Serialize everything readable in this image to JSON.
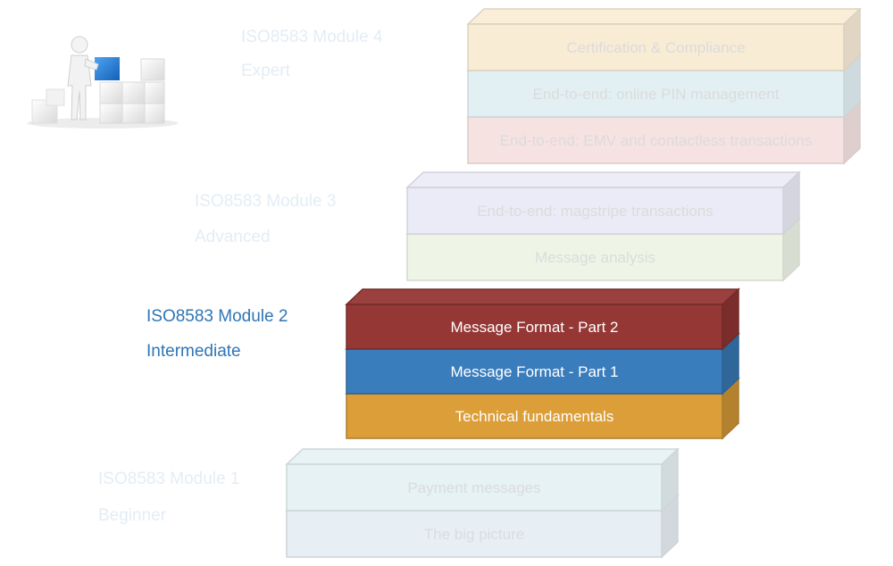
{
  "modules": [
    {
      "title": "ISO8583 Module 4",
      "level": "Expert",
      "faded": true,
      "layers": [
        {
          "label": "Certification & Compliance",
          "color": "#F5DEB3"
        },
        {
          "label": "End-to-end: online PIN management",
          "color": "#CCE5EC"
        },
        {
          "label": "End-to-end: EMV and contactless transactions",
          "color": "#F1CCCC"
        }
      ]
    },
    {
      "title": "ISO8583 Module 3",
      "level": "Advanced",
      "faded": true,
      "layers": [
        {
          "label": "End-to-end: magstripe transactions",
          "color": "#DCDCF1"
        },
        {
          "label": "Message analysis",
          "color": "#E3EDD3"
        }
      ]
    },
    {
      "title": "ISO8583 Module 2",
      "level": "Intermediate",
      "faded": false,
      "layers": [
        {
          "label": "Message Format - Part 2",
          "color": "#953735"
        },
        {
          "label": "Message Format - Part 1",
          "color": "#3A7DBD"
        },
        {
          "label": "Technical fundamentals",
          "color": "#DB9E38"
        }
      ]
    },
    {
      "title": "ISO8583 Module 1",
      "level": "Beginner",
      "faded": true,
      "layers": [
        {
          "label": "Payment messages",
          "color": "#D3E8EC"
        },
        {
          "label": "The big picture",
          "color": "#D5E3EE"
        }
      ]
    }
  ],
  "colors": {
    "active_title": "#2E75B6",
    "faded_title": "#E3EDF5",
    "faded_layer_text": "#BFBFBF",
    "active_layer_text": "#FFFFFF"
  },
  "illustration": {
    "icon": "person-stacking-cubes-icon"
  }
}
